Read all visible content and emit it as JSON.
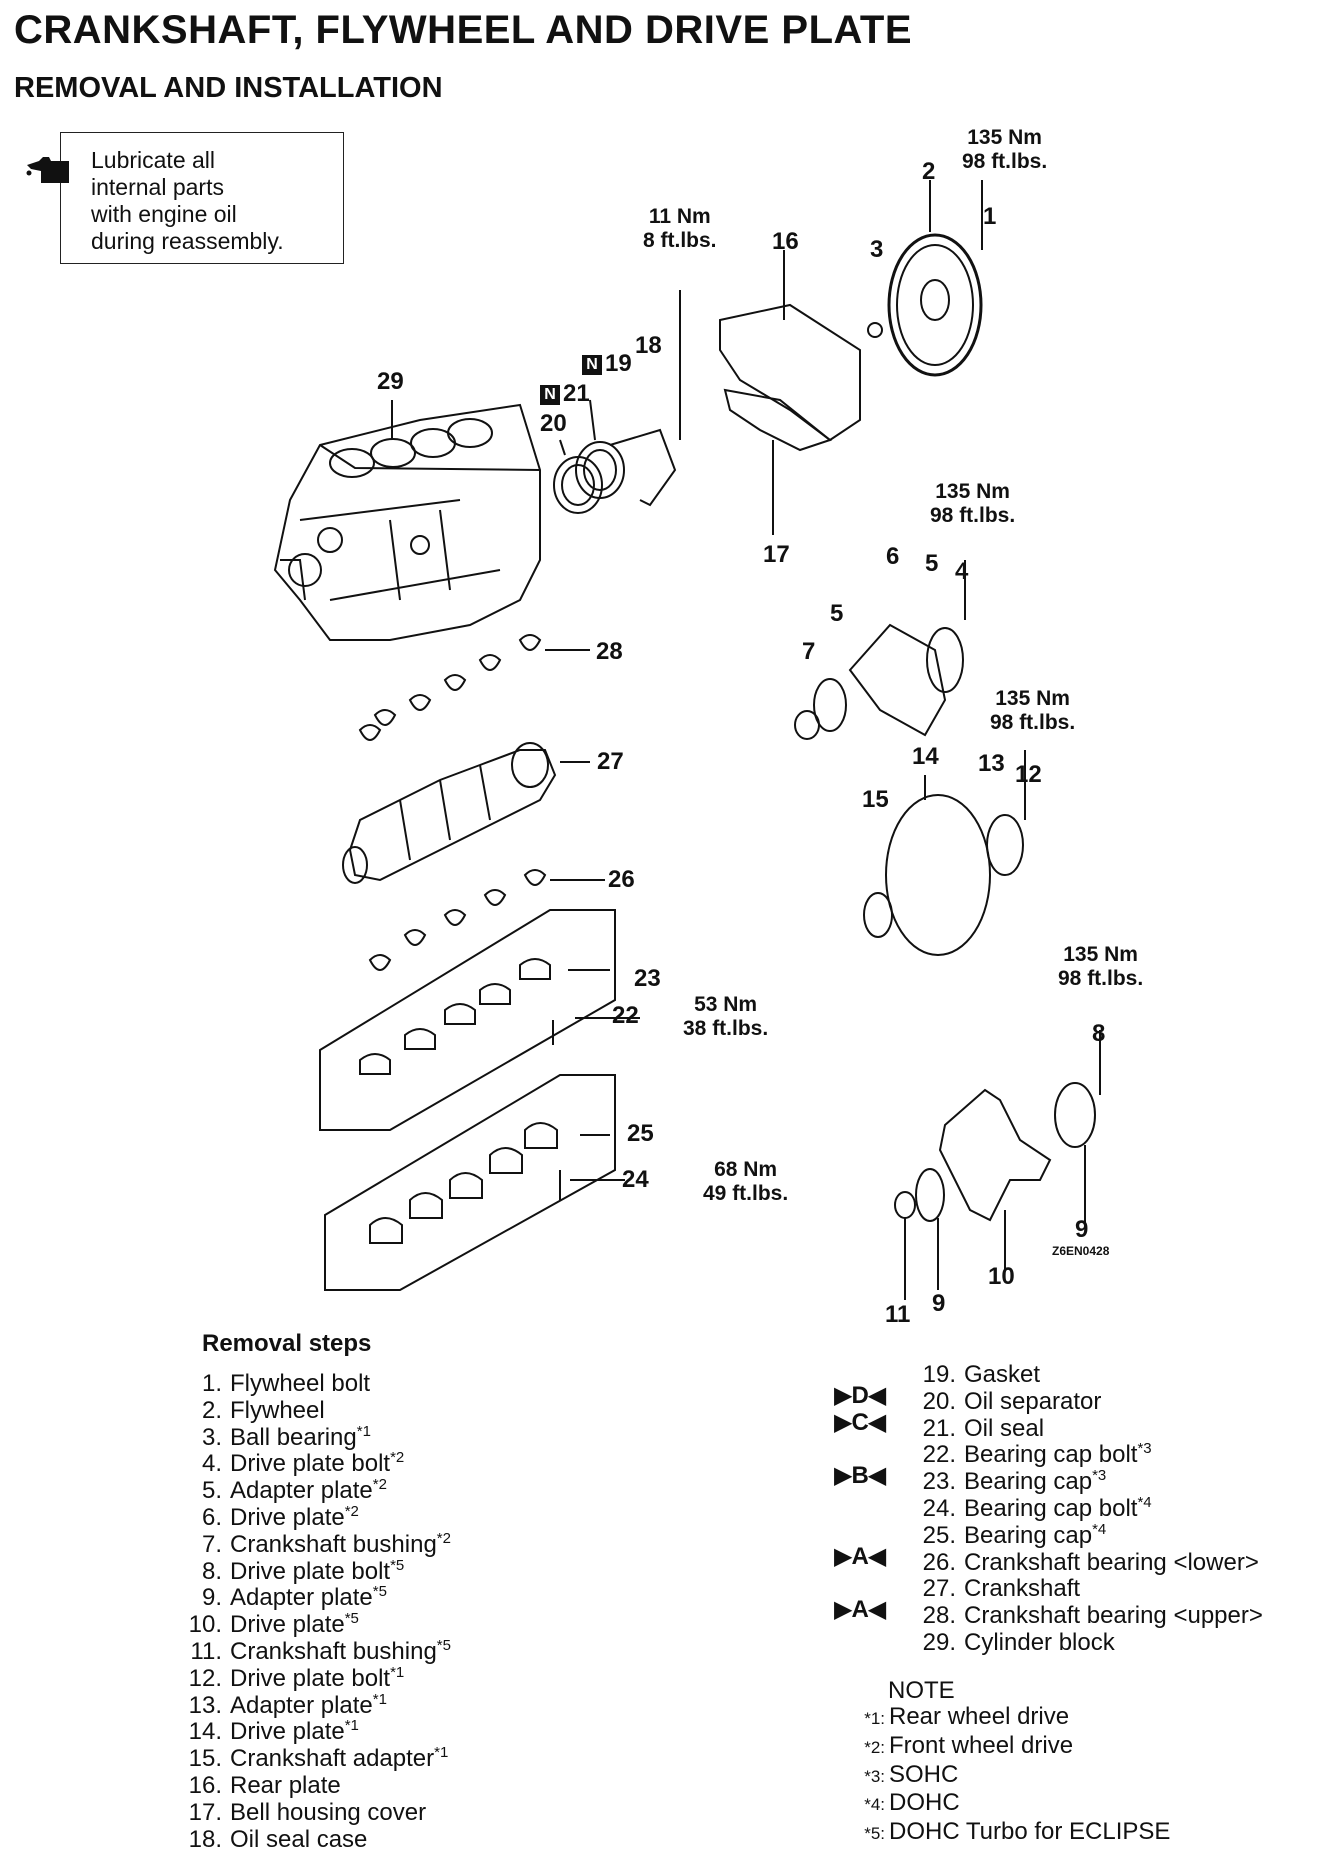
{
  "title": "CRANKSHAFT, FLYWHEEL AND DRIVE PLATE",
  "subtitle": "REMOVAL AND INSTALLATION",
  "lube_note": "Lubricate all\ninternal parts\nwith engine oil\nduring reassembly.",
  "diagram_code": "Z6EN0428",
  "callouts": {
    "c1": "1",
    "c2": "2",
    "c3": "3",
    "c4": "4",
    "c5a": "5",
    "c5b": "5",
    "c6": "6",
    "c7": "7",
    "c8": "8",
    "c9a": "9",
    "c9b": "9",
    "c10": "10",
    "c11": "11",
    "c12": "12",
    "c13": "13",
    "c14": "14",
    "c15": "15",
    "c16": "16",
    "c17": "17",
    "c18": "18",
    "c19": "19",
    "c20": "20",
    "c21": "21",
    "c22": "22",
    "c23": "23",
    "c24": "24",
    "c25": "25",
    "c26": "26",
    "c27": "27",
    "c28": "28",
    "c29": "29",
    "n19": "N",
    "n21": "N"
  },
  "torques": {
    "t1": {
      "nm": "135 Nm",
      "ftlb": "98 ft.lbs."
    },
    "t4": {
      "nm": "135 Nm",
      "ftlb": "98 ft.lbs."
    },
    "t12": {
      "nm": "135 Nm",
      "ftlb": "98 ft.lbs."
    },
    "t8": {
      "nm": "135 Nm",
      "ftlb": "98 ft.lbs."
    },
    "t18": {
      "nm": "11 Nm",
      "ftlb": "8 ft.lbs."
    },
    "t22": {
      "nm": "53 Nm",
      "ftlb": "38 ft.lbs."
    },
    "t24": {
      "nm": "68 Nm",
      "ftlb": "49 ft.lbs."
    }
  },
  "removal_steps_heading": "Removal steps",
  "steps_left": [
    {
      "num": "1.",
      "text": "Flywheel bolt",
      "sup": ""
    },
    {
      "num": "2.",
      "text": "Flywheel",
      "sup": ""
    },
    {
      "num": "3.",
      "text": "Ball bearing",
      "sup": "*1"
    },
    {
      "num": "4.",
      "text": "Drive plate bolt",
      "sup": "*2"
    },
    {
      "num": "5.",
      "text": "Adapter plate",
      "sup": "*2"
    },
    {
      "num": "6.",
      "text": "Drive plate",
      "sup": "*2"
    },
    {
      "num": "7.",
      "text": "Crankshaft bushing",
      "sup": "*2"
    },
    {
      "num": "8.",
      "text": "Drive plate bolt",
      "sup": "*5"
    },
    {
      "num": "9.",
      "text": "Adapter plate",
      "sup": "*5"
    },
    {
      "num": "10.",
      "text": "Drive plate",
      "sup": "*5"
    },
    {
      "num": "11.",
      "text": "Crankshaft bushing",
      "sup": "*5"
    },
    {
      "num": "12.",
      "text": "Drive plate bolt",
      "sup": "*1"
    },
    {
      "num": "13.",
      "text": "Adapter plate",
      "sup": "*1"
    },
    {
      "num": "14.",
      "text": "Drive plate",
      "sup": "*1"
    },
    {
      "num": "15.",
      "text": "Crankshaft adapter",
      "sup": "*1"
    },
    {
      "num": "16.",
      "text": "Rear plate",
      "sup": ""
    },
    {
      "num": "17.",
      "text": "Bell housing cover",
      "sup": ""
    },
    {
      "num": "18.",
      "text": "Oil seal case",
      "sup": ""
    }
  ],
  "steps_right": [
    {
      "mark": "",
      "num": "19.",
      "text": "Gasket",
      "sup": ""
    },
    {
      "mark": "▶D◀",
      "num": "20.",
      "text": "Oil separator",
      "sup": ""
    },
    {
      "mark": "▶C◀",
      "num": "21.",
      "text": "Oil seal",
      "sup": ""
    },
    {
      "mark": "",
      "num": "22.",
      "text": "Bearing cap bolt",
      "sup": "*3"
    },
    {
      "mark": "▶B◀",
      "num": "23.",
      "text": "Bearing cap",
      "sup": "*3"
    },
    {
      "mark": "",
      "num": "24.",
      "text": "Bearing cap bolt",
      "sup": "*4"
    },
    {
      "mark": "",
      "num": "25.",
      "text": "Bearing cap",
      "sup": "*4"
    },
    {
      "mark": "▶A◀",
      "num": "26.",
      "text": "Crankshaft bearing <lower>",
      "sup": ""
    },
    {
      "mark": "",
      "num": "27.",
      "text": "Crankshaft",
      "sup": ""
    },
    {
      "mark": "▶A◀",
      "num": "28.",
      "text": "Crankshaft bearing <upper>",
      "sup": ""
    },
    {
      "mark": "",
      "num": "29.",
      "text": "Cylinder block",
      "sup": ""
    }
  ],
  "note_heading": "NOTE",
  "notes": [
    {
      "key": "*1:",
      "text": "Rear wheel drive"
    },
    {
      "key": "*2:",
      "text": "Front wheel drive"
    },
    {
      "key": "*3:",
      "text": "SOHC"
    },
    {
      "key": "*4:",
      "text": "DOHC"
    },
    {
      "key": "*5:",
      "text": "DOHC Turbo for ECLIPSE"
    }
  ]
}
